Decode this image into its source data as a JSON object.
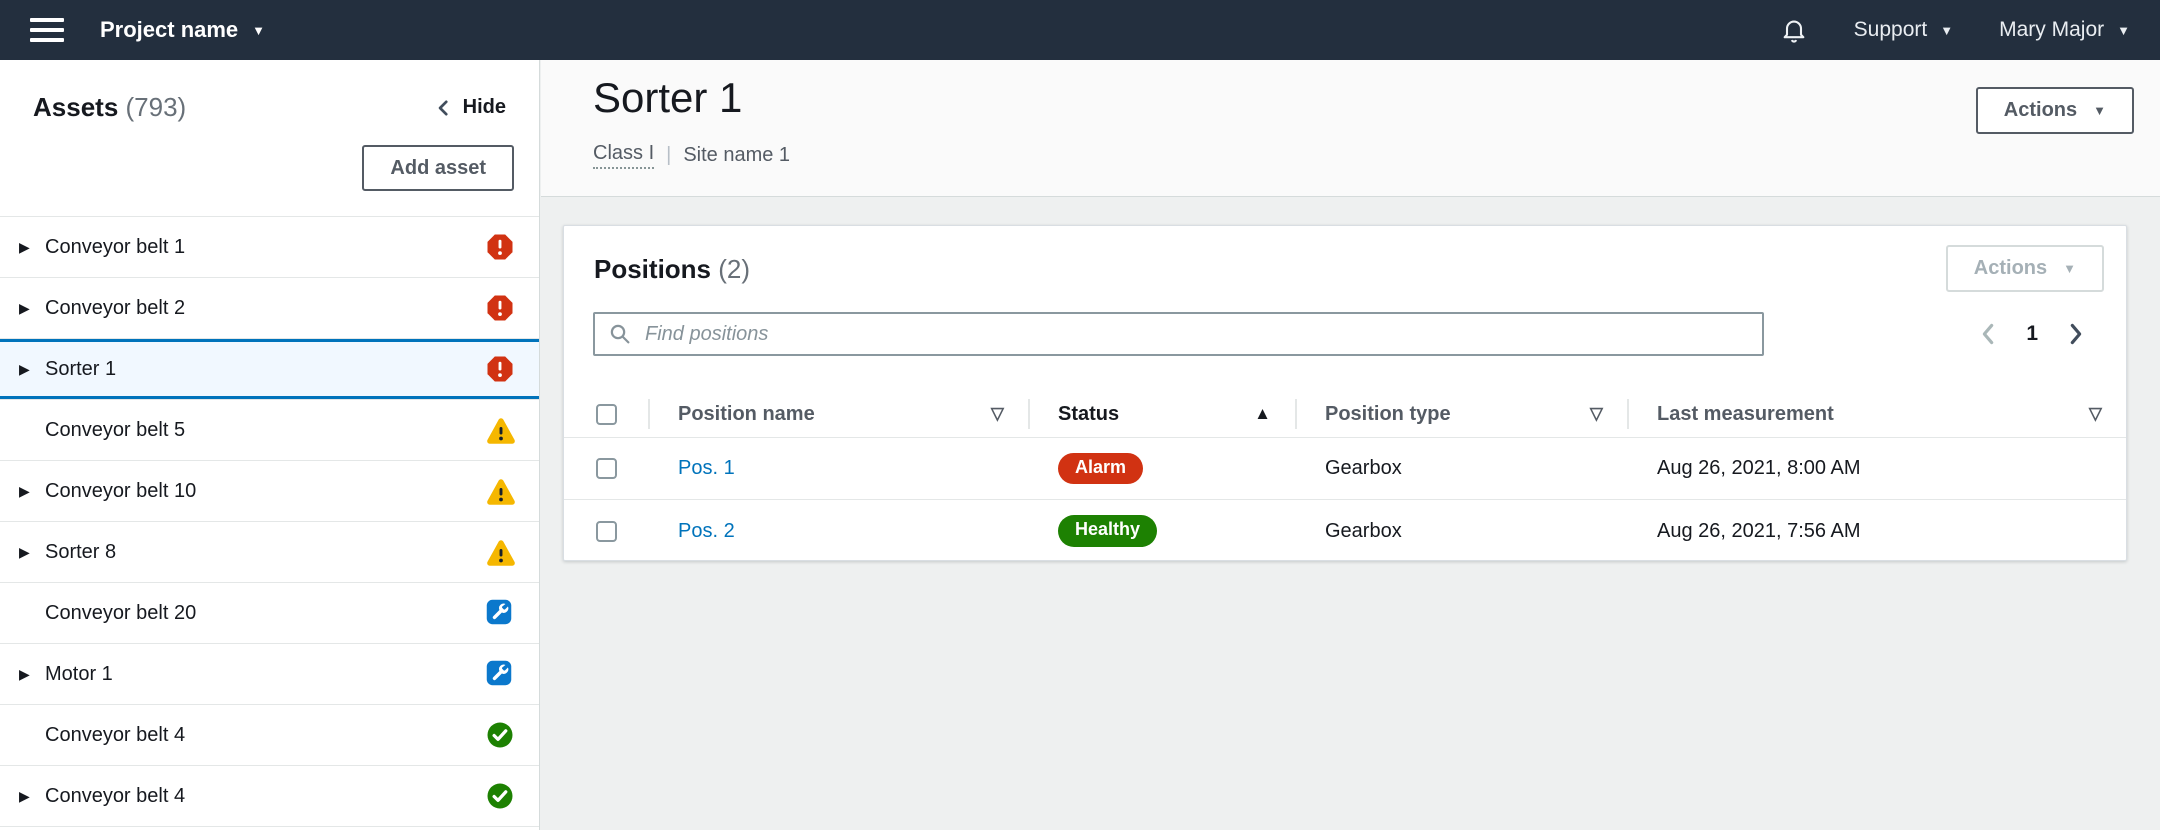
{
  "topbar": {
    "project_label": "Project name",
    "support_label": "Support",
    "user_label": "Mary Major"
  },
  "sidebar": {
    "title": "Assets",
    "count": "(793)",
    "hide_label": "Hide",
    "add_asset_label": "Add asset",
    "items": [
      {
        "label": "Conveyor belt 1",
        "status": "alarm",
        "expandable": true,
        "selected": false
      },
      {
        "label": "Conveyor belt 2",
        "status": "alarm",
        "expandable": true,
        "selected": false
      },
      {
        "label": "Sorter 1",
        "status": "alarm",
        "expandable": true,
        "selected": true
      },
      {
        "label": "Conveyor belt 5",
        "status": "warning",
        "expandable": false,
        "selected": false
      },
      {
        "label": "Conveyor belt 10",
        "status": "warning",
        "expandable": true,
        "selected": false
      },
      {
        "label": "Sorter 8",
        "status": "warning",
        "expandable": true,
        "selected": false
      },
      {
        "label": "Conveyor belt 20",
        "status": "maintenance",
        "expandable": false,
        "selected": false
      },
      {
        "label": "Motor 1",
        "status": "maintenance",
        "expandable": true,
        "selected": false
      },
      {
        "label": "Conveyor belt 4",
        "status": "healthy",
        "expandable": false,
        "selected": false
      },
      {
        "label": "Conveyor belt 4",
        "status": "healthy",
        "expandable": true,
        "selected": false
      }
    ]
  },
  "page": {
    "title": "Sorter 1",
    "asset_class": "Class I",
    "separator": "|",
    "site_name": "Site name 1",
    "actions_label": "Actions"
  },
  "positions": {
    "title": "Positions",
    "count": "(2)",
    "actions_label": "Actions",
    "actions_enabled": false,
    "search_placeholder": "Find positions",
    "search_value": "",
    "pagination": {
      "prev_enabled": false,
      "current_page": "1",
      "next_enabled": true
    },
    "table": {
      "columns": [
        {
          "label": "Position name",
          "sort": "none"
        },
        {
          "label": "Status",
          "sort": "asc"
        },
        {
          "label": "Position type",
          "sort": "none"
        },
        {
          "label": "Last measurement",
          "sort": "none"
        }
      ],
      "rows": [
        {
          "name": "Pos. 1",
          "status": "Alarm",
          "type": "Gearbox",
          "last_measurement": "Aug 26, 2021, 8:00 AM",
          "checked": false
        },
        {
          "name": "Pos. 2",
          "status": "Healthy",
          "type": "Gearbox",
          "last_measurement": "Aug 26, 2021, 7:56 AM",
          "checked": false
        }
      ]
    }
  },
  "glyphs": {
    "caret_down": "▼",
    "sort_asc": "▲",
    "sort_none": "▽",
    "expand_arrow": "▶"
  },
  "colors": {
    "topbar_bg": "#232f3e",
    "accent_blue": "#0073bb",
    "selected_row_bg": "#f1f8ff",
    "status_icon": {
      "alarm": "#d13212",
      "warning": "#f5b700",
      "maintenance": "#0b78cc",
      "healthy": "#1d8102"
    },
    "badge": {
      "Alarm": "#d13212",
      "Healthy": "#1d8102"
    }
  }
}
